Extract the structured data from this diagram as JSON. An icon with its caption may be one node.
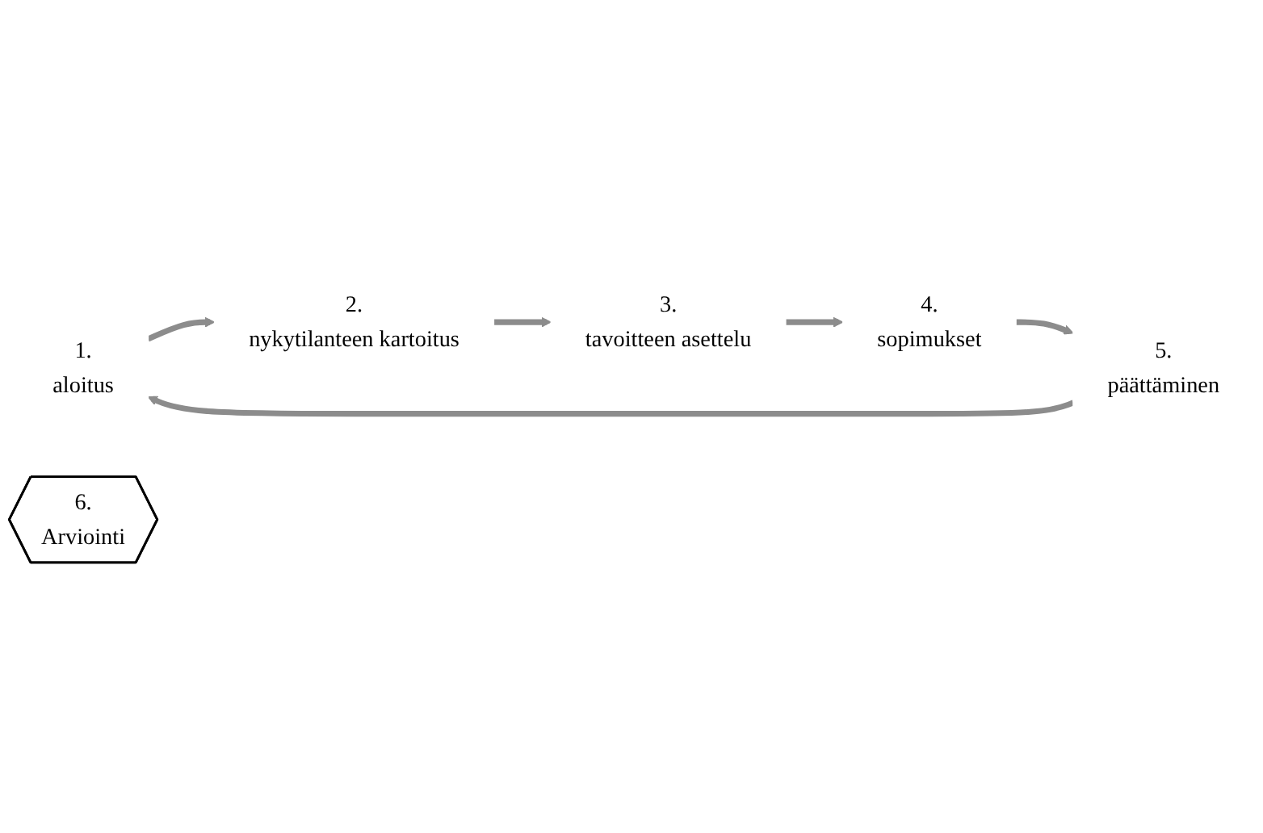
{
  "diagram": {
    "nodes": [
      {
        "text": [
          "1.",
          "aloitus"
        ]
      },
      {
        "text": [
          "2.",
          "nykytilanteen kartoitus"
        ]
      },
      {
        "text": [
          "3.",
          "tavoitteen asettelu"
        ]
      },
      {
        "text": [
          "4.",
          "sopimukset"
        ]
      },
      {
        "text": [
          "5.",
          "päättäminen"
        ]
      },
      {
        "text": [
          "6.",
          "Arviointi"
        ]
      }
    ],
    "edges": [
      {
        "from": 4,
        "to": 0,
        "arrow": "to"
      },
      {
        "from": 0,
        "to": 1,
        "arrow": "to"
      },
      {
        "from": 1,
        "to": 2,
        "arrow": "to"
      },
      {
        "from": 2,
        "to": 3,
        "arrow": "to"
      },
      {
        "from": 3,
        "to": 4,
        "arrow": "to"
      }
    ]
  }
}
